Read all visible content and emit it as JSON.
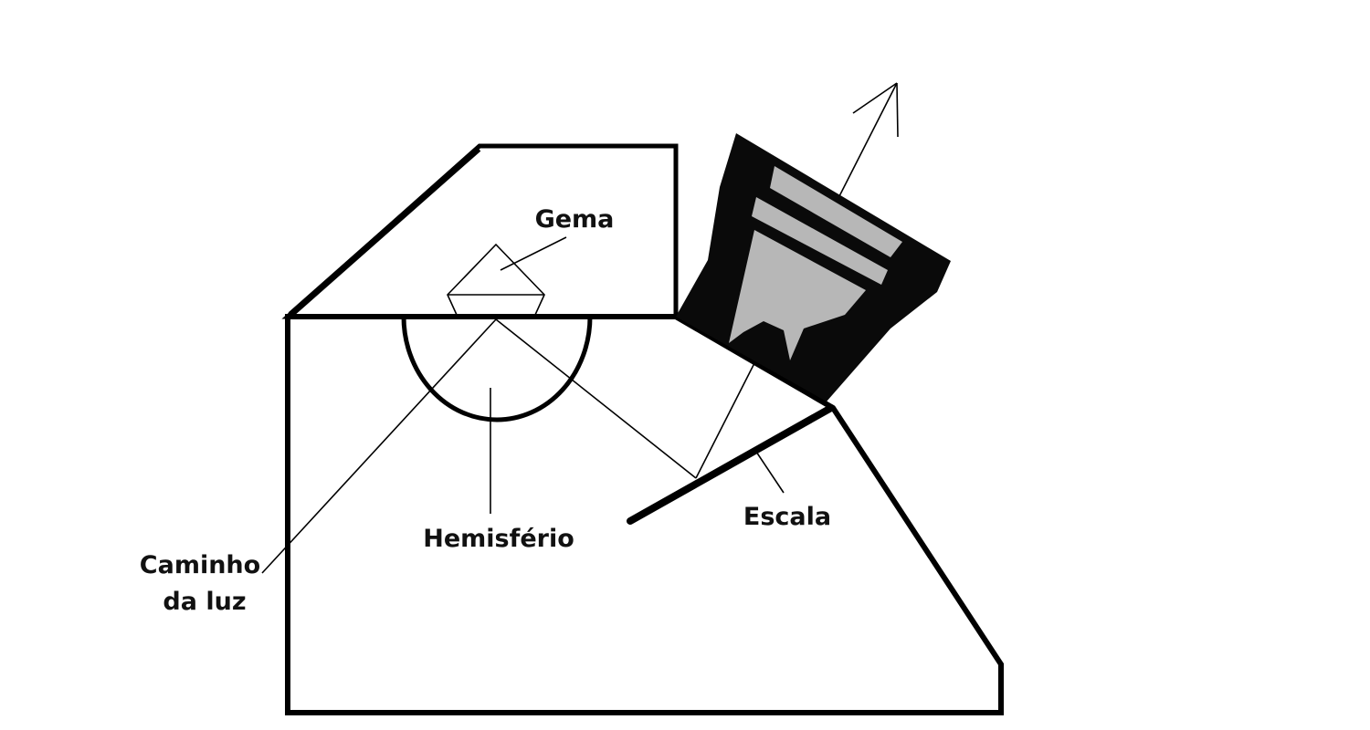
{
  "labels": {
    "gem": "Gema",
    "hemisphere": "Hemisfério",
    "scale": "Escala",
    "light_path_line1": "Caminho",
    "light_path_line2": "da luz"
  },
  "colors": {
    "line": "#000000",
    "eyepiece_body": "#0a0a0a",
    "eyepiece_highlight": "#b7b7b7",
    "background": "#ffffff"
  }
}
